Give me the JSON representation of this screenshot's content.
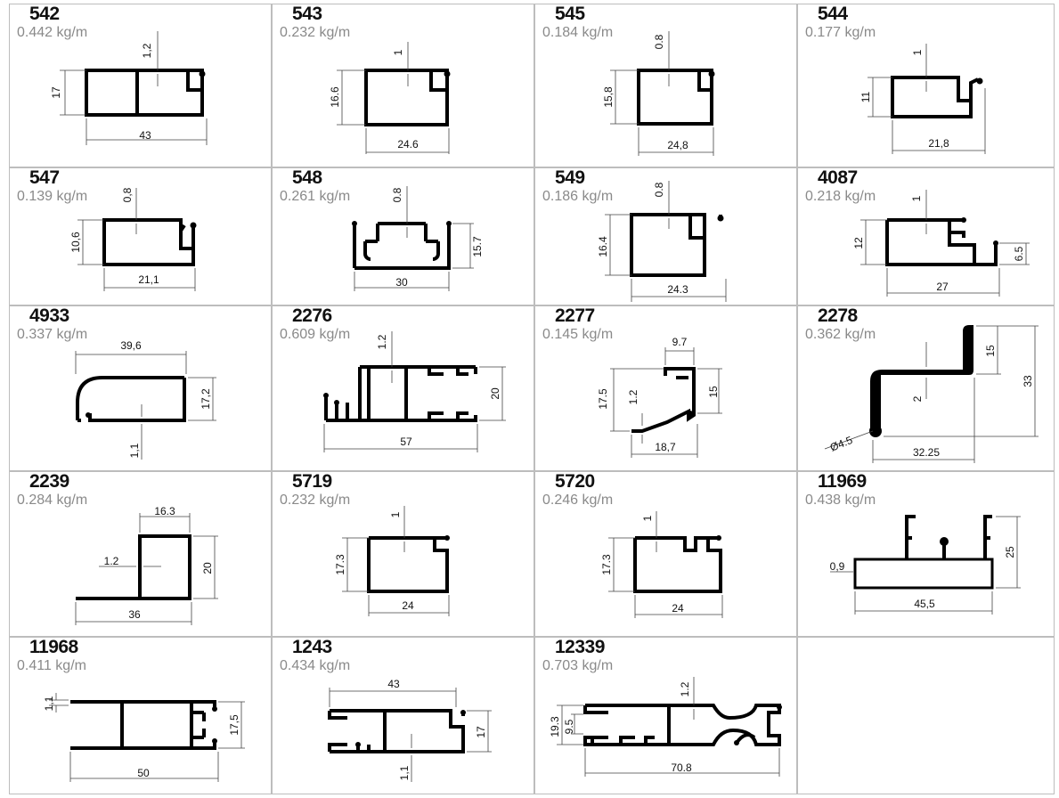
{
  "profiles": [
    {
      "code": "542",
      "weight": "0.442 kg/m",
      "dims": [
        "1,2",
        "17",
        "43"
      ]
    },
    {
      "code": "543",
      "weight": "0.232 kg/m",
      "dims": [
        "1",
        "16.6",
        "24.6"
      ]
    },
    {
      "code": "545",
      "weight": "0.184 kg/m",
      "dims": [
        "0.8",
        "15,8",
        "24,8"
      ]
    },
    {
      "code": "544",
      "weight": "0.177 kg/m",
      "dims": [
        "1",
        "11",
        "21,8"
      ]
    },
    {
      "code": "547",
      "weight": "0.139 kg/m",
      "dims": [
        "0,8",
        "10,6",
        "21,1"
      ]
    },
    {
      "code": "548",
      "weight": "0.261 kg/m",
      "dims": [
        "0.8",
        "15.7",
        "30"
      ]
    },
    {
      "code": "549",
      "weight": "0.186 kg/m",
      "dims": [
        "0.8",
        "16.4",
        "24.3"
      ]
    },
    {
      "code": "4087",
      "weight": "0.218 kg/m",
      "dims": [
        "1",
        "12",
        "6.5",
        "27"
      ]
    },
    {
      "code": "4933",
      "weight": "0.337 kg/m",
      "dims": [
        "39,6",
        "17,2",
        "1,1"
      ]
    },
    {
      "code": "2276",
      "weight": "0.609 kg/m",
      "dims": [
        "1.2",
        "20",
        "57"
      ]
    },
    {
      "code": "2277",
      "weight": "0.145 kg/m",
      "dims": [
        "9.7",
        "17.5",
        "1.2",
        "15",
        "18,7"
      ]
    },
    {
      "code": "2278",
      "weight": "0.362 kg/m",
      "dims": [
        "15",
        "33",
        "2",
        "Ø4.5",
        "32.25"
      ]
    },
    {
      "code": "2239",
      "weight": "0.284 kg/m",
      "dims": [
        "16.3",
        "1.2",
        "20",
        "36"
      ]
    },
    {
      "code": "5719",
      "weight": "0.232 kg/m",
      "dims": [
        "1",
        "17.3",
        "24"
      ]
    },
    {
      "code": "5720",
      "weight": "0.246 kg/m",
      "dims": [
        "1",
        "17.3",
        "24"
      ]
    },
    {
      "code": "11969",
      "weight": "0.438 kg/m",
      "dims": [
        "0,9",
        "25",
        "45,5"
      ]
    },
    {
      "code": "11968",
      "weight": "0.411 kg/m",
      "dims": [
        "1,1",
        "17,5",
        "50"
      ]
    },
    {
      "code": "1243",
      "weight": "0.434 kg/m",
      "dims": [
        "43",
        "17",
        "1,1"
      ]
    },
    {
      "code": "12339",
      "weight": "0.703 kg/m",
      "dims": [
        "1.2",
        "19.3",
        "9.5",
        "70.8"
      ]
    }
  ]
}
